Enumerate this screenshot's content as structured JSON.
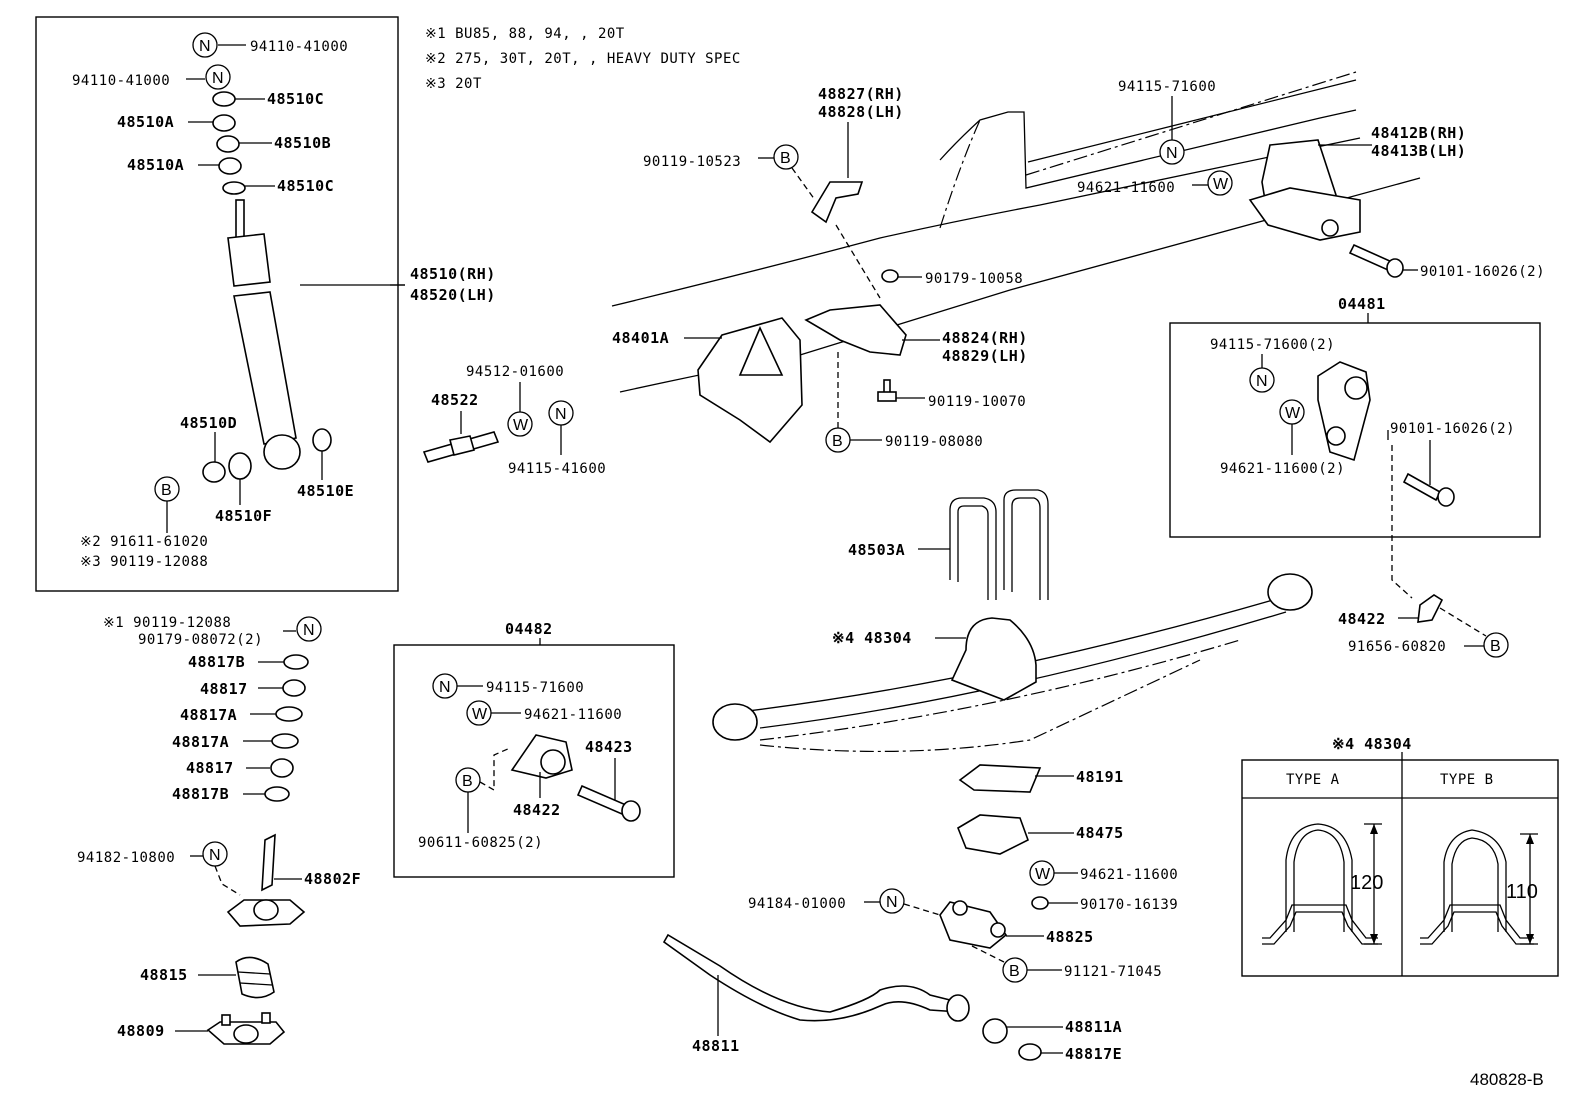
{
  "notes": {
    "n1": "※1  BU85, 88, 94, , 20T",
    "n2": "※2  275, 30T, 20T, , HEAVY DUTY SPEC",
    "n3": "※3  20T"
  },
  "symbols": {
    "n": "N",
    "w": "W",
    "b": "B"
  },
  "shock": {
    "p1": "94110-41000",
    "p2": "94110-41000",
    "c1": "48510C",
    "a1": "48510A",
    "b1": "48510B",
    "a2": "48510A",
    "c2": "48510C",
    "rh": "48510(RH)",
    "lh": "48520(LH)",
    "d": "48510D",
    "e": "48510E",
    "f": "48510F",
    "m2": "※2 91611-61020",
    "m3": "※3 90119-12088"
  },
  "stab": {
    "m1": "※1 90119-12088",
    "s1": "90179-08072(2)",
    "b817b1": "48817B",
    "b817a": "48817",
    "b817a1": "48817A",
    "b817a2": "48817A",
    "b817b": "48817",
    "b817b2": "48817B",
    "p94182": "94182-10800",
    "p802f": "48802F",
    "p815": "48815",
    "p809": "48809"
  },
  "box04482": {
    "title": "04482",
    "n": "94115-71600",
    "w": "94621-11600",
    "p423": "48423",
    "p422": "48422",
    "b": "90611-60825(2)"
  },
  "main": {
    "p827": "48827(RH)",
    "p828": "48828(LH)",
    "p523": "90119-10523",
    "p94115": "94115-71600",
    "p412": "48412B(RH)",
    "p413": "48413B(LH)",
    "p94621": "94621-11600",
    "p10058": "90179-10058",
    "p16026": "90101-16026(2)",
    "p401": "48401A",
    "p824": "48824(RH)",
    "p829": "48829(LH)",
    "p10070": "90119-10070",
    "p08080": "90119-08080",
    "p522": "48522",
    "p94512": "94512-01600",
    "p41600": "94115-41600",
    "p503": "48503A",
    "p304": "※4 48304",
    "p191": "48191",
    "p475": "48475",
    "pw": "94621-11600",
    "p16139": "90170-16139",
    "p94184": "94184-01000",
    "p825": "48825",
    "p71045": "91121-71045",
    "p811": "48811",
    "p811a": "48811A",
    "p817e": "48817E"
  },
  "box04481": {
    "title": "04481",
    "n": "94115-71600(2)",
    "w": "94621-11600(2)",
    "b": "90101-16026(2)",
    "p422": "48422",
    "p60820": "91656-60820"
  },
  "types": {
    "title": "※4 48304",
    "a": "TYPE A",
    "b": "TYPE B",
    "ha": "120",
    "hb": "110"
  },
  "footer": "480828-B"
}
